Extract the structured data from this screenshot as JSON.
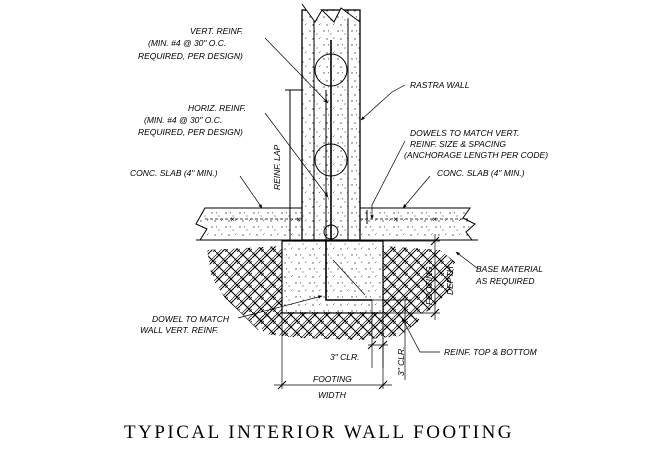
{
  "title": "TYPICAL INTERIOR WALL FOOTING",
  "labels": {
    "vert_reinf": [
      "VERT. REINF.",
      "(MIN. #4 @ 30\" O.C.",
      "REQUIRED, PER DESIGN)"
    ],
    "rastra_wall": "RASTRA WALL",
    "horiz_reinf": [
      "HORIZ. REINF.",
      "(MIN. #4 @ 30\" O.C.",
      "REQUIRED, PER DESIGN)"
    ],
    "reinf_lap": "REINF. LAP",
    "dowels": [
      "DOWELS TO MATCH VERT.",
      "REINF. SIZE & SPACING",
      "(ANCHORAGE LENGTH PER CODE)"
    ],
    "conc_slab_left": "CONC. SLAB (4\" MIN.)",
    "conc_slab_right": "CONC. SLAB (4\" MIN.)",
    "base_material": [
      "BASE MATERIAL",
      "AS REQUIRED"
    ],
    "footing_depth": [
      "FOOTING",
      "DEPTH"
    ],
    "dowel_match": [
      "DOWEL TO MATCH",
      "WALL VERT. REINF."
    ],
    "reinf_top_bottom": "REINF. TOP & BOTTOM",
    "clr_3_horizontal": "3\" CLR.",
    "clr_3_vertical": "3\" CLR.",
    "footing_width": [
      "FOOTING",
      "WIDTH"
    ]
  }
}
